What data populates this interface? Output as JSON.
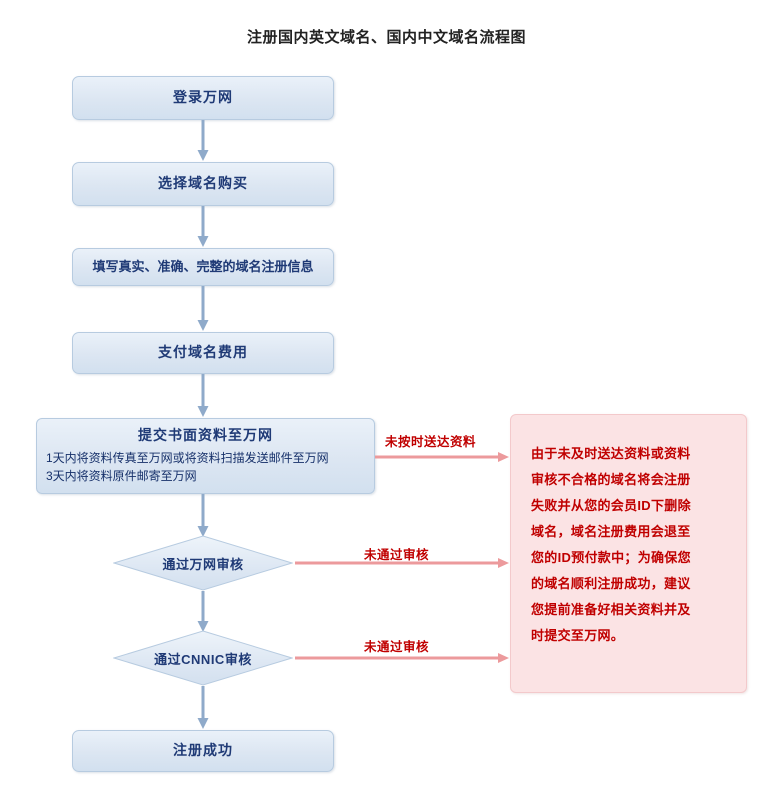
{
  "title": "注册国内英文域名、国内中文域名流程图",
  "colors": {
    "box_fill": "#dce6f2",
    "box_border": "#b7cbe0",
    "box_text": "#1f3a76",
    "note_fill": "#fbe3e4",
    "note_border": "#f3c9cb",
    "note_text": "#c00000",
    "arrow_blue": "#8faaca",
    "arrow_red": "#ec9a9c",
    "title_text": "#222222"
  },
  "flow": {
    "steps": [
      {
        "id": "login",
        "label": "登录万网",
        "shape": "process"
      },
      {
        "id": "choose-domain",
        "label": "选择域名购买",
        "shape": "process"
      },
      {
        "id": "fill-info",
        "label": "填写真实、准确、完整的域名注册信息",
        "shape": "process"
      },
      {
        "id": "pay-fee",
        "label": "支付域名费用",
        "shape": "process"
      },
      {
        "id": "submit-documents",
        "label": "提交书面资料至万网",
        "shape": "process",
        "details": [
          "1天内将资料传真至万网或将资料扫描发送邮件至万网",
          "3天内将资料原件邮寄至万网"
        ]
      },
      {
        "id": "hichina-review",
        "label": "通过万网审核",
        "shape": "decision"
      },
      {
        "id": "cnnic-review",
        "label": "通过CNNIC审核",
        "shape": "decision"
      },
      {
        "id": "register-success",
        "label": "注册成功",
        "shape": "process"
      }
    ],
    "branches": [
      {
        "id": "late-docs",
        "label": "未按时送达资料",
        "from": "submit-documents",
        "to": "failure-note"
      },
      {
        "id": "hichina-failed",
        "label": "未通过审核",
        "from": "hichina-review",
        "to": "failure-note"
      },
      {
        "id": "cnnic-failed",
        "label": "未通过审核",
        "from": "cnnic-review",
        "to": "failure-note"
      }
    ]
  },
  "note": {
    "id": "failure-note",
    "lines": [
      "由于未及时送达资料或资料",
      "审核不合格的域名将会注册",
      "失败并从您的会员ID下删除",
      "域名，域名注册费用会退至",
      "您的ID预付款中；为确保您",
      "的域名顺利注册成功，建议",
      "您提前准备好相关资料并及",
      "时提交至万网。"
    ]
  }
}
